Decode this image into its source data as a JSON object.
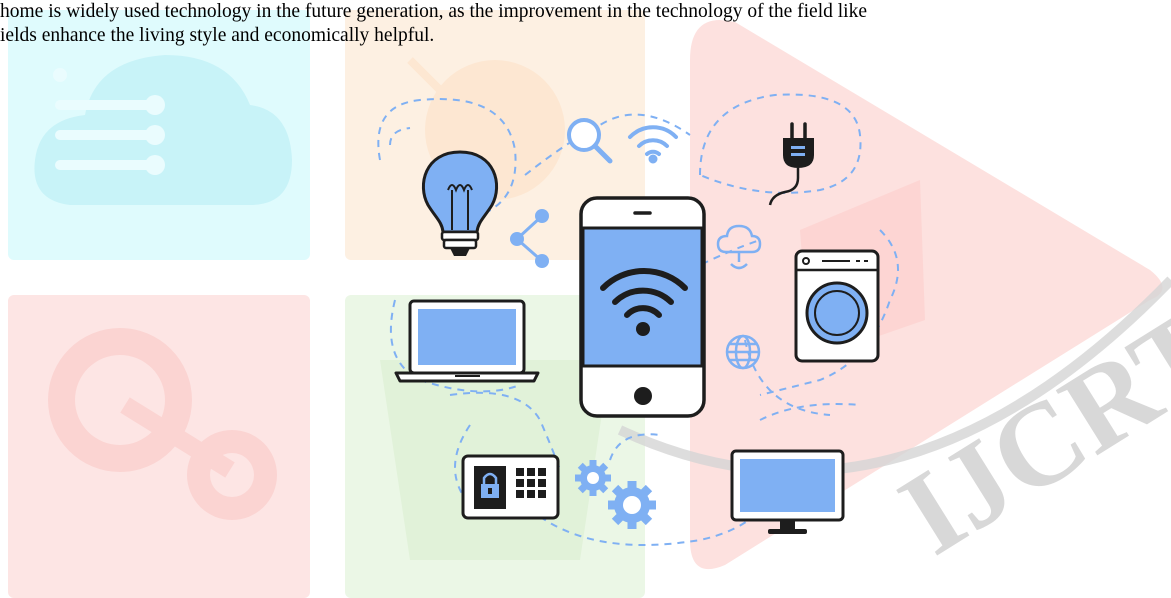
{
  "paragraph": {
    "line1": "home is widely used technology in the future generation, as the improvement in the technology of the field like",
    "line2": "ields enhance the living style and economically helpful."
  },
  "watermark": {
    "text": "IJCRT",
    "tile_colors": [
      "#d7fafd",
      "#fdebd8",
      "#fde0df",
      "#e4f4dc",
      "#fbd9d7"
    ]
  },
  "illustration": {
    "accent": "#7fb0f3",
    "outline": "#1d1d1d",
    "dash_color": "#7fb0f3",
    "icons": [
      "smartphone-wifi-icon",
      "lightbulb-icon",
      "magnifier-icon",
      "wifi-icon",
      "plug-icon",
      "share-icon",
      "cloud-icon",
      "washing-machine-icon",
      "laptop-icon",
      "globe-icon",
      "security-keypad-icon",
      "gears-icon",
      "monitor-icon"
    ]
  }
}
